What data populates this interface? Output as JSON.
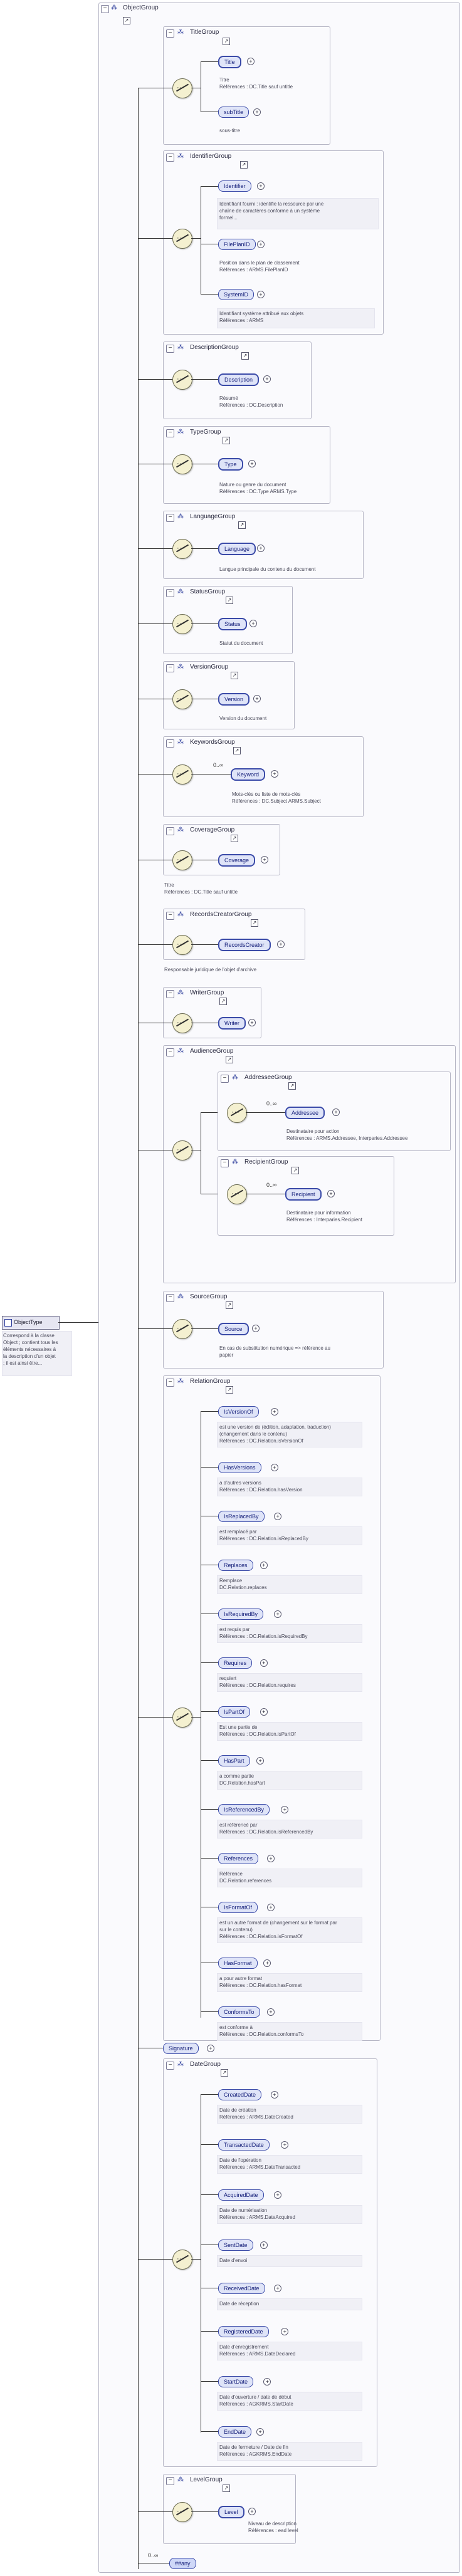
{
  "root": {
    "name": "ObjectType",
    "description": "Correspond à la classe\nObject ; contient tous les\néléments nécessaires à\nla description d'un objet\n; il est ainsi être..."
  },
  "outer_group": "ObjectGroup",
  "groups": {
    "title": {
      "name": "TitleGroup",
      "el1": "Title",
      "d1": "Titre\nRéférences : DC.Title sauf untitle",
      "el2": "subTitle",
      "d2": "sous-titre"
    },
    "identifier": {
      "name": "IdentifierGroup",
      "el1": "Identifier",
      "d1": "Identifiant fourni : identifie la ressource par une\nchaîne de caractères conforme à un système\nformel...",
      "el2": "FilePlanID",
      "d2": "Position dans le plan de classement\nRéférences : ARMS.FilePlanID",
      "el3": "SystemID",
      "d3": "Identifiant système attribué aux objets\nRéférences : ARMS"
    },
    "description": {
      "name": "DescriptionGroup",
      "el1": "Description",
      "d1": "Résumé\nRéférences : DC.Description"
    },
    "type": {
      "name": "TypeGroup",
      "el1": "Type",
      "d1": "Nature ou genre du document\nRéférences : DC.Type ARMS.Type"
    },
    "language": {
      "name": "LanguageGroup",
      "el1": "Language",
      "d1": "Langue principale du contenu du document"
    },
    "status": {
      "name": "StatusGroup",
      "el1": "Status",
      "d1": "Statut du document"
    },
    "version": {
      "name": "VersionGroup",
      "el1": "Version",
      "d1": "Version du document"
    },
    "keywords": {
      "name": "KeywordsGroup",
      "el1": "Keyword",
      "occ": "0..∞",
      "d1": "Mots-clés ou liste de mots-clés\nRéférences : DC.Subject ARMS.Subject"
    },
    "coverage": {
      "name": "CoverageGroup",
      "el1": "Coverage",
      "d_after": "Titre\nRéférences : DC.Title sauf untitle"
    },
    "recordscreator": {
      "name": "RecordsCreatorGroup",
      "el1": "RecordsCreator",
      "d_after": "Responsable juridique de l'objet d'archive"
    },
    "writer": {
      "name": "WriterGroup",
      "el1": "Writer"
    },
    "audience": {
      "name": "AudienceGroup",
      "addressee": {
        "name": "AddresseeGroup",
        "el1": "Addressee",
        "occ": "0..∞",
        "d1": "Destinataire pour action\nRéférences : ARMS.Addressee, Interparies.Addressee"
      },
      "recipient": {
        "name": "RecipientGroup",
        "el1": "Recipient",
        "occ": "0..∞",
        "d1": "Destinataire pour information\nRéférences : Interparies.Recipient"
      }
    },
    "source": {
      "name": "SourceGroup",
      "el1": "Source",
      "d1": "En cas de substitution numérique => référence au\npapier"
    },
    "relation": {
      "name": "RelationGroup",
      "items": [
        {
          "label": "IsVersionOf",
          "desc": "est une version de (édition, adaptation, traduction)\n(changement dans le contenu)\nRéférences : DC.Relation.isVersionOf"
        },
        {
          "label": "HasVersions",
          "desc": "a d'autres versions\nRéférences : DC.Relation.hasVersion"
        },
        {
          "label": "IsReplacedBy",
          "desc": "est remplacé par\nRéférences : DC.Relation.isReplacedBy"
        },
        {
          "label": "Replaces",
          "desc": "Remplace\nDC.Relation.replaces"
        },
        {
          "label": "IsRequiredBy",
          "desc": "est requis par\nRéférences : DC.Relation.isRequiredBy"
        },
        {
          "label": "Requires",
          "desc": "requiert\nRéférences : DC.Relation.requires"
        },
        {
          "label": "IsPartOf",
          "desc": "Est une partie de\nRéférences : DC.Relation.isPartOf"
        },
        {
          "label": "HasPart",
          "desc": "a comme partie\nDC.Relation.hasPart"
        },
        {
          "label": "IsReferencedBy",
          "desc": "est référencé par\nRéférences : DC.Relation.isReferencedBy"
        },
        {
          "label": "References",
          "desc": "Référence\nDC.Relation.references"
        },
        {
          "label": "IsFormatOf",
          "desc": "est un autre format de (changement sur le format par\nsur le contenu)\nRéférences : DC.Relation.isFormatOf"
        },
        {
          "label": "HasFormat",
          "desc": "a pour autre format\nRéférences : DC.Relation.hasFormat"
        },
        {
          "label": "ConformsTo",
          "desc": "est conforme à\nRéférences : DC.Relation.conformsTo"
        }
      ]
    },
    "signature": {
      "name": "Signature"
    },
    "date": {
      "name": "DateGroup",
      "items": [
        {
          "label": "CreatedDate",
          "desc": "Date de création\nRéférences : ARMS.DateCreated"
        },
        {
          "label": "TransactedDate",
          "desc": "Date de l'opération\nRéférences : ARMS.DateTransacted"
        },
        {
          "label": "AcquiredDate",
          "desc": "Date de numérisation\nRéférences : ARMS.DateAcquired"
        },
        {
          "label": "SentDate",
          "desc": "Date d'envoi"
        },
        {
          "label": "ReceivedDate",
          "desc": "Date de réception"
        },
        {
          "label": "RegisteredDate",
          "desc": "Date d'enregistrement\nRéférences : ARMS.DateDeclared"
        },
        {
          "label": "StartDate",
          "desc": "Date d'ouverture / date de début\nRéférences : AGKRMS.StartDate"
        },
        {
          "label": "EndDate",
          "desc": "Date de fermeture / Date de fin\nRéférences : AGKRMS.EndDate"
        }
      ]
    },
    "level": {
      "name": "LevelGroup",
      "el1": "Level",
      "d1": "Niveau de description\nRéférences : ead level"
    },
    "any": {
      "label": "##any",
      "occ": "0..∞"
    }
  }
}
